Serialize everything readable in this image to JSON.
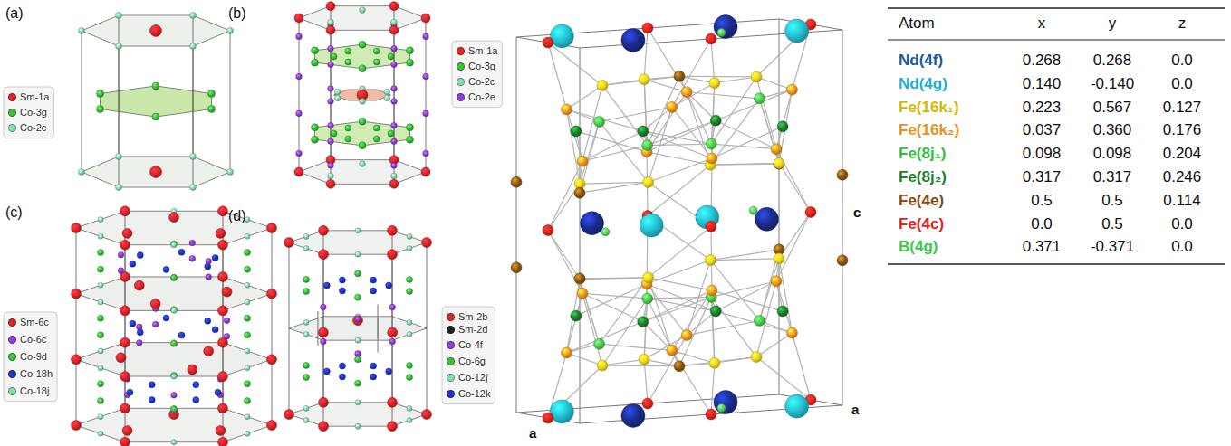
{
  "diagram": {
    "labels": [
      "(a)",
      "(b)",
      "(c)",
      "(d)",
      "c",
      "a",
      "a",
      "Atom",
      "x",
      "y",
      "z",
      "Nd(4f)",
      "0.268",
      "0.268",
      "0.0",
      "Nd(4g)",
      "0.140",
      "-0.140",
      "0.0",
      "Fe(16k₁)",
      "0.223",
      "0.567",
      "0.127",
      "Fe(16k₂)",
      "0.037",
      "0.360",
      "0.176",
      "Fe(8j₁)",
      "0.098",
      "0.098",
      "0.204",
      "Fe(8j₂)",
      "0.317",
      "0.317",
      "0.246",
      "Fe(4e)",
      "0.5",
      "0.5",
      "0.114",
      "Fe(4c)",
      "0.0",
      "0.5",
      "0.0",
      "B(4g)",
      "0.371",
      "-0.371",
      "0.0"
    ],
    "legend": [
      {
        "text": "Sm-1a",
        "color": "#e0242a"
      },
      {
        "text": "Co-3g",
        "color": "#3dbf3d"
      },
      {
        "text": "Co-2c",
        "color": "#86dcae"
      },
      {
        "text": "Sm-1a",
        "color": "#e0242a"
      },
      {
        "text": "Co-3g",
        "color": "#3dbf3d"
      },
      {
        "text": "Co-2c",
        "color": "#86dcae"
      },
      {
        "text": "Co-2e",
        "color": "#8b3fd6"
      },
      {
        "text": "Sm-6c",
        "color": "#d42a24"
      },
      {
        "text": "Co-6c",
        "color": "#8b3fd6"
      },
      {
        "text": "Co-9d",
        "color": "#3dbf3d"
      },
      {
        "text": "Co-18h",
        "color": "#1f35c8"
      },
      {
        "text": "Co-18j",
        "color": "#86dcae"
      },
      {
        "text": "Sm-2b",
        "color": "#d42a24"
      },
      {
        "text": "Sm-2d",
        "color": "#222222"
      },
      {
        "text": "Co-4f",
        "color": "#8b3fd6"
      },
      {
        "text": "Co-6g",
        "color": "#3dbf3d"
      },
      {
        "text": "Co-12j",
        "color": "#86dcae"
      },
      {
        "text": "Co-12k",
        "color": "#1f35c8"
      }
    ]
  }
}
